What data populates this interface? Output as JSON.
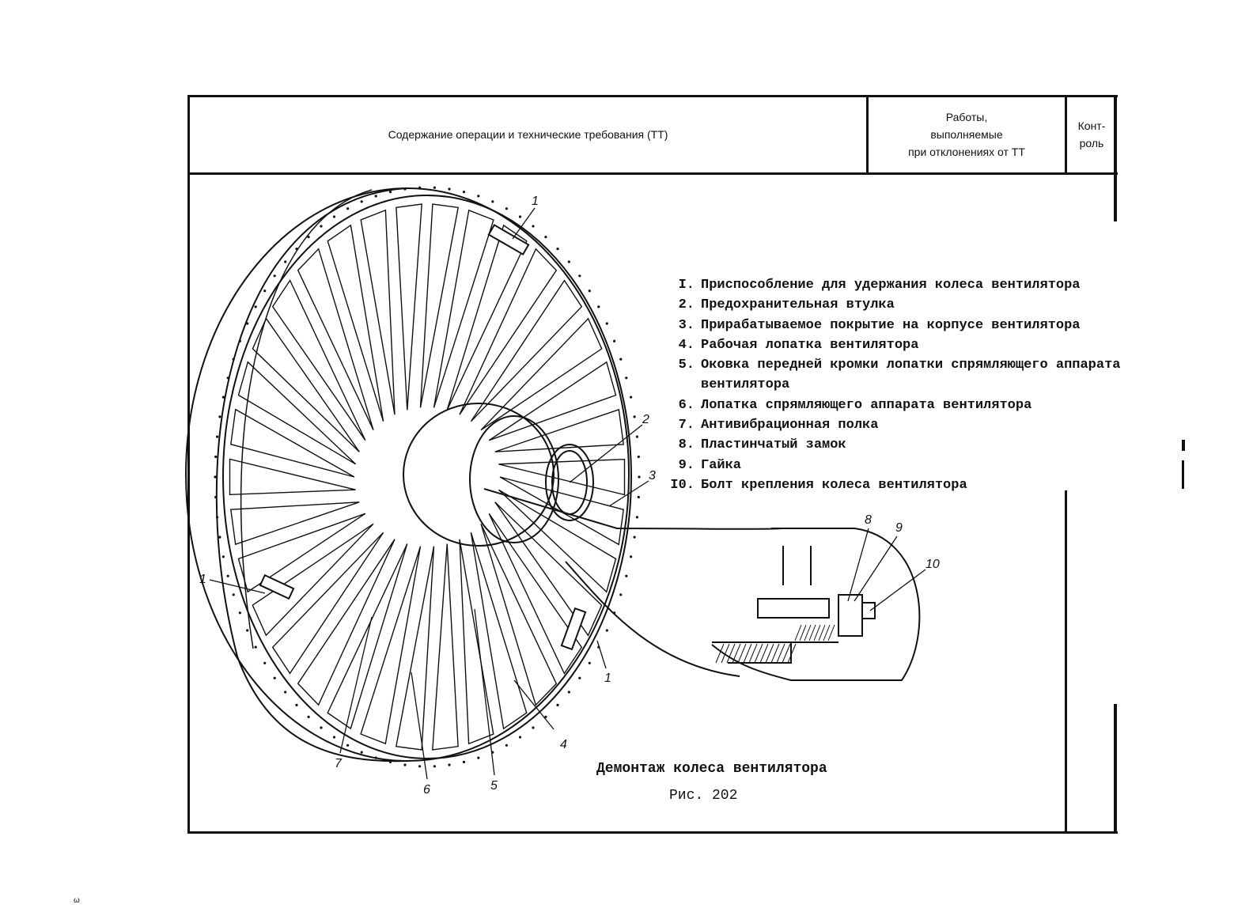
{
  "header": {
    "col1": "Содержание операции и технические требования (ТТ)",
    "col2": "Работы,\nвыполняемые\nпри отклонениях от ТТ",
    "col3": "Конт-\nроль"
  },
  "legend": [
    {
      "num": "I.",
      "text": "Приспособление для удержания колеса вентилятора"
    },
    {
      "num": "2.",
      "text": "Предохранительная втулка"
    },
    {
      "num": "3.",
      "text": "Прирабатываемое покрытие на корпусе вентилятора"
    },
    {
      "num": "4.",
      "text": "Рабочая лопатка вентилятора"
    },
    {
      "num": "5.",
      "text": "Оковка передней кромки лопатки спрямляющего аппарата\nвентилятора"
    },
    {
      "num": "6.",
      "text": "Лопатка спрямляющего аппарата вентилятора"
    },
    {
      "num": "7.",
      "text": "Антивибрационная полка"
    },
    {
      "num": "8.",
      "text": "Пластинчатый замок"
    },
    {
      "num": "9.",
      "text": "Гайка"
    },
    {
      "num": "I0.",
      "text": "Болт крепления колеса вентилятора"
    }
  ],
  "figure": {
    "caption": "Демонтаж колеса вентилятора",
    "number": "Рис. 202",
    "callouts": [
      "1",
      "2",
      "3",
      "4",
      "5",
      "6",
      "7",
      "8",
      "9",
      "10",
      "1",
      "1"
    ]
  },
  "page_mark": "ω"
}
